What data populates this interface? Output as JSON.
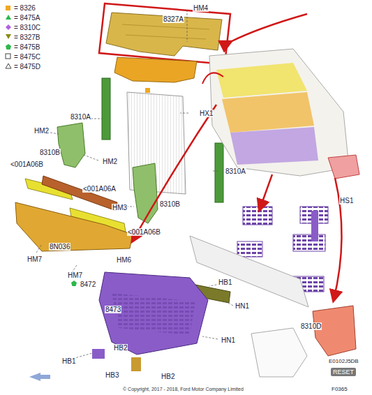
{
  "diagram": {
    "caption": "© Copyright, 2017 - 2018, Ford Motor Company Limited",
    "labels": [
      "8327A",
      "HM4",
      "HX1",
      "8310A",
      "HM2",
      "8310B",
      "HM2",
      "<001A06B",
      "<001A06A",
      "8310A",
      "HM3",
      "8310B",
      "<001A06B",
      "HS1",
      "HM7",
      "8N036",
      "HM6",
      "HM7",
      "8472",
      "HB1",
      "HN1",
      "8473",
      "HN1",
      "HB1",
      "HB2",
      "HB3",
      "HB2",
      "8310D",
      "RESET",
      "E0102J5DB",
      "F0365"
    ],
    "legend": [
      {
        "text": "= 8326",
        "color": "#f0a820"
      },
      {
        "text": "= 8475A"
      },
      {
        "text": "= 8310C"
      },
      {
        "text": "= 8327B"
      },
      {
        "text": "= 8475B"
      },
      {
        "text": "= 8475C"
      },
      {
        "text": "= 8475D"
      }
    ]
  }
}
